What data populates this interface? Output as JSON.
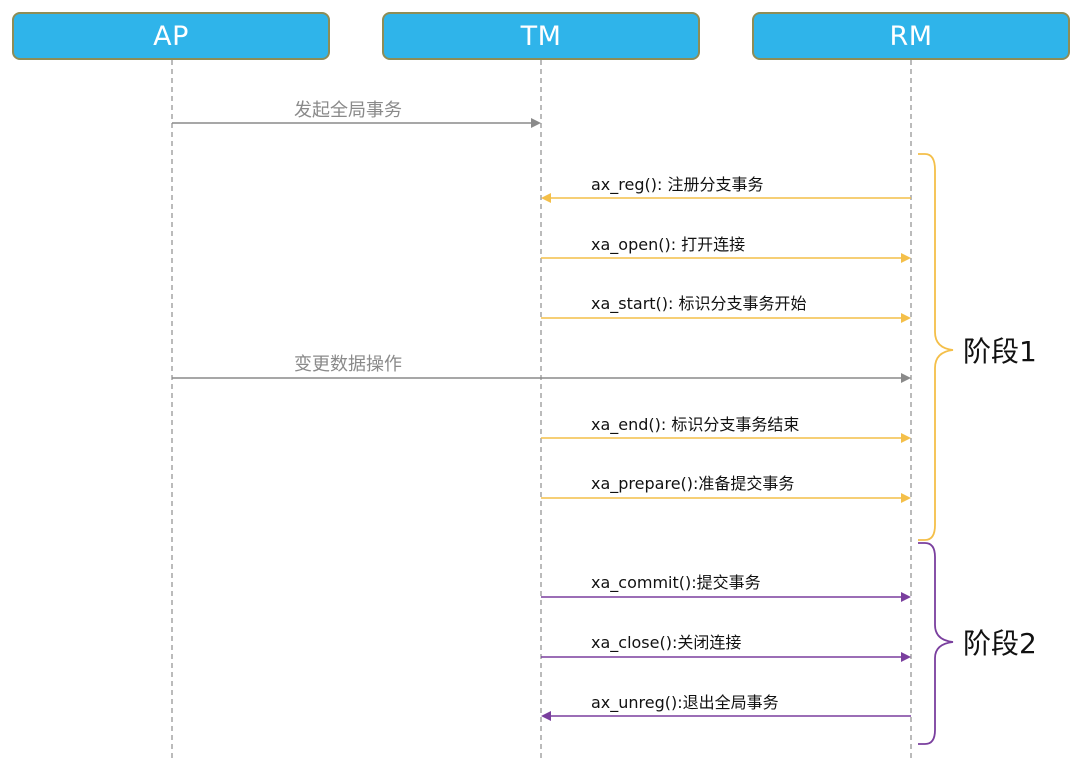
{
  "actors": {
    "ap": "AP",
    "tm": "TM",
    "rm": "RM"
  },
  "messages": [
    {
      "label": "发起全局事务",
      "from": "ap",
      "to": "tm",
      "color": "#8a8a8a",
      "style": "gray"
    },
    {
      "label": "ax_reg(): 注册分支事务",
      "from": "rm",
      "to": "tm",
      "color": "#f4bf49",
      "style": "yellow"
    },
    {
      "label": "xa_open(): 打开连接",
      "from": "tm",
      "to": "rm",
      "color": "#f4bf49",
      "style": "yellow"
    },
    {
      "label": "xa_start(): 标识分支事务开始",
      "from": "tm",
      "to": "rm",
      "color": "#f4bf49",
      "style": "yellow"
    },
    {
      "label": "变更数据操作",
      "from": "ap",
      "to": "rm",
      "color": "#8a8a8a",
      "style": "gray"
    },
    {
      "label": "xa_end(): 标识分支事务结束",
      "from": "tm",
      "to": "rm",
      "color": "#f4bf49",
      "style": "yellow"
    },
    {
      "label": "xa_prepare():准备提交事务",
      "from": "tm",
      "to": "rm",
      "color": "#f4bf49",
      "style": "yellow"
    },
    {
      "label": "xa_commit():提交事务",
      "from": "tm",
      "to": "rm",
      "color": "#7a3f9e",
      "style": "purple"
    },
    {
      "label": "xa_close():关闭连接",
      "from": "tm",
      "to": "rm",
      "color": "#7a3f9e",
      "style": "purple"
    },
    {
      "label": "ax_unreg():退出全局事务",
      "from": "rm",
      "to": "tm",
      "color": "#7a3f9e",
      "style": "purple"
    }
  ],
  "phases": {
    "phase1": "阶段1",
    "phase2": "阶段2"
  },
  "colors": {
    "actor_fill": "#2fb4ea",
    "actor_border": "#8d8d57",
    "gray": "#8a8a8a",
    "yellow": "#f4bf49",
    "purple": "#7a3f9e"
  }
}
